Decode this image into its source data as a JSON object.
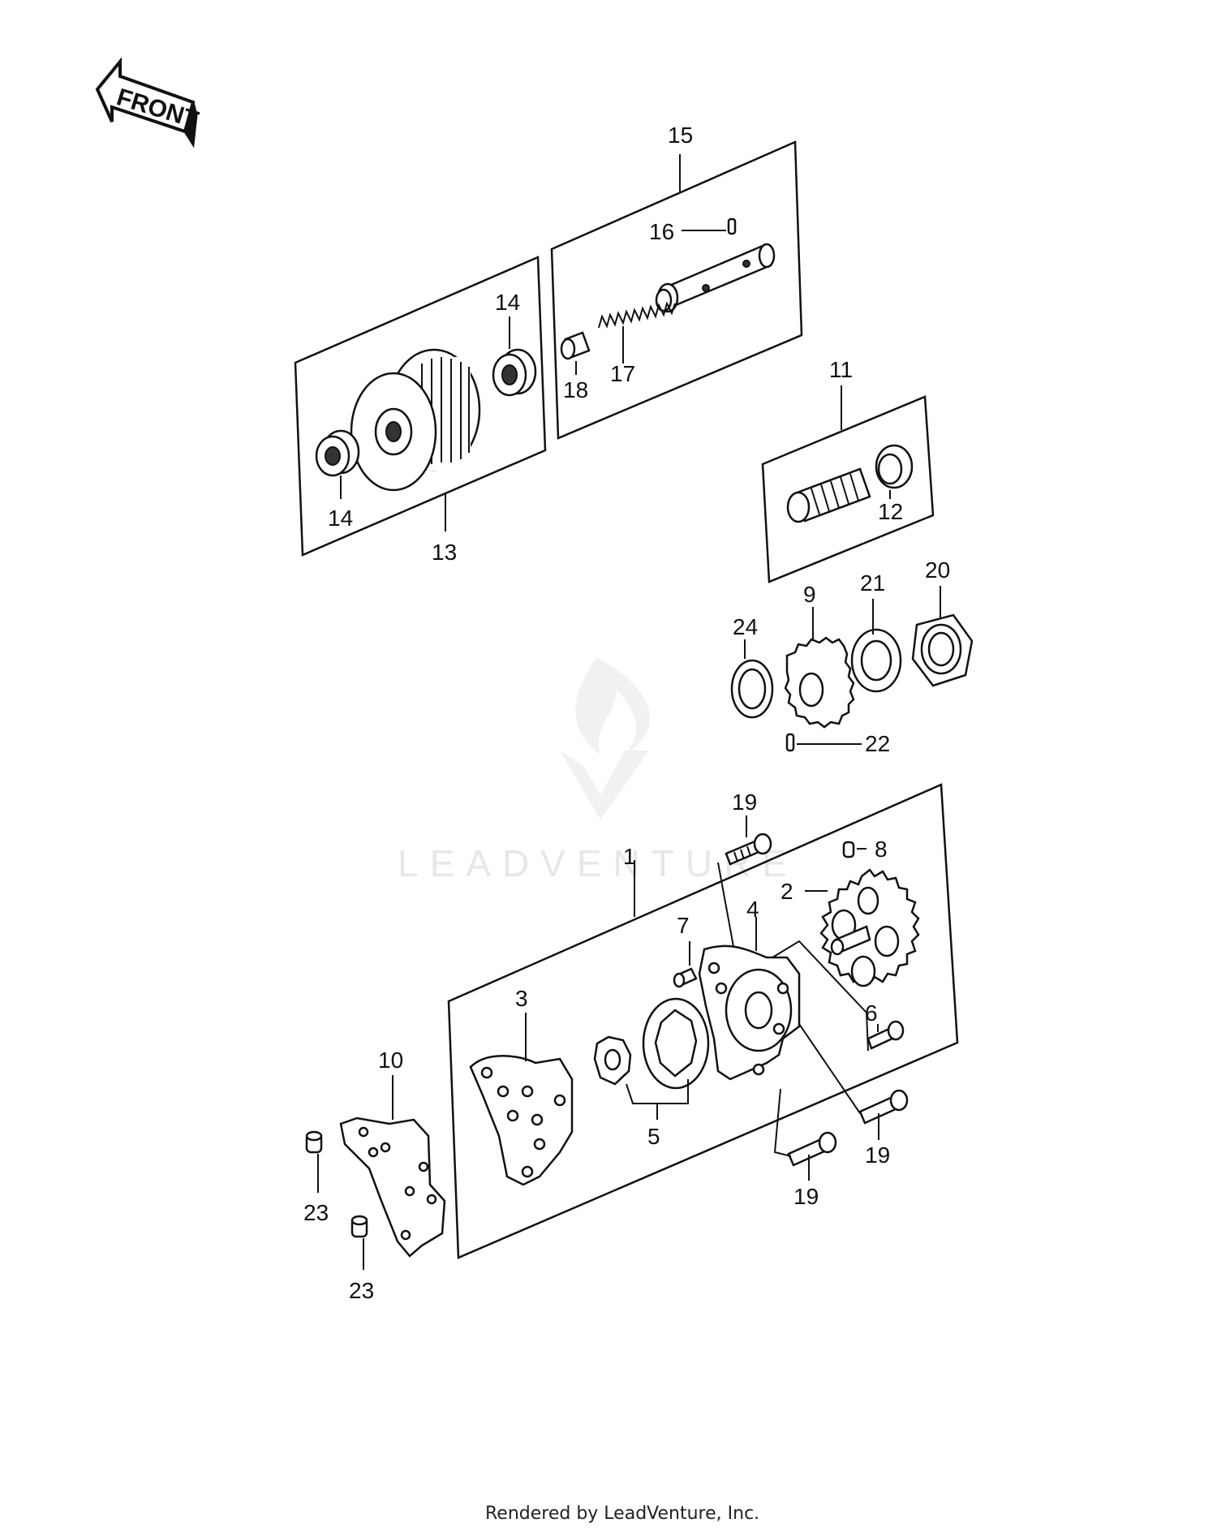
{
  "front_label": "FRONT",
  "watermark": "LEADVENTURE",
  "footer": "Rendered by LeadVenture, Inc.",
  "callouts": {
    "c1": "1",
    "c2": "2",
    "c3": "3",
    "c4": "4",
    "c5": "5",
    "c6": "6",
    "c7": "7",
    "c8": "8",
    "c9": "9",
    "c10": "10",
    "c11": "11",
    "c12": "12",
    "c13": "13",
    "c14a": "14",
    "c14b": "14",
    "c15": "15",
    "c16": "16",
    "c17": "17",
    "c18": "18",
    "c19a": "19",
    "c19b": "19",
    "c19c": "19",
    "c20": "20",
    "c21": "21",
    "c22": "22",
    "c23a": "23",
    "c23b": "23",
    "c24": "24"
  }
}
